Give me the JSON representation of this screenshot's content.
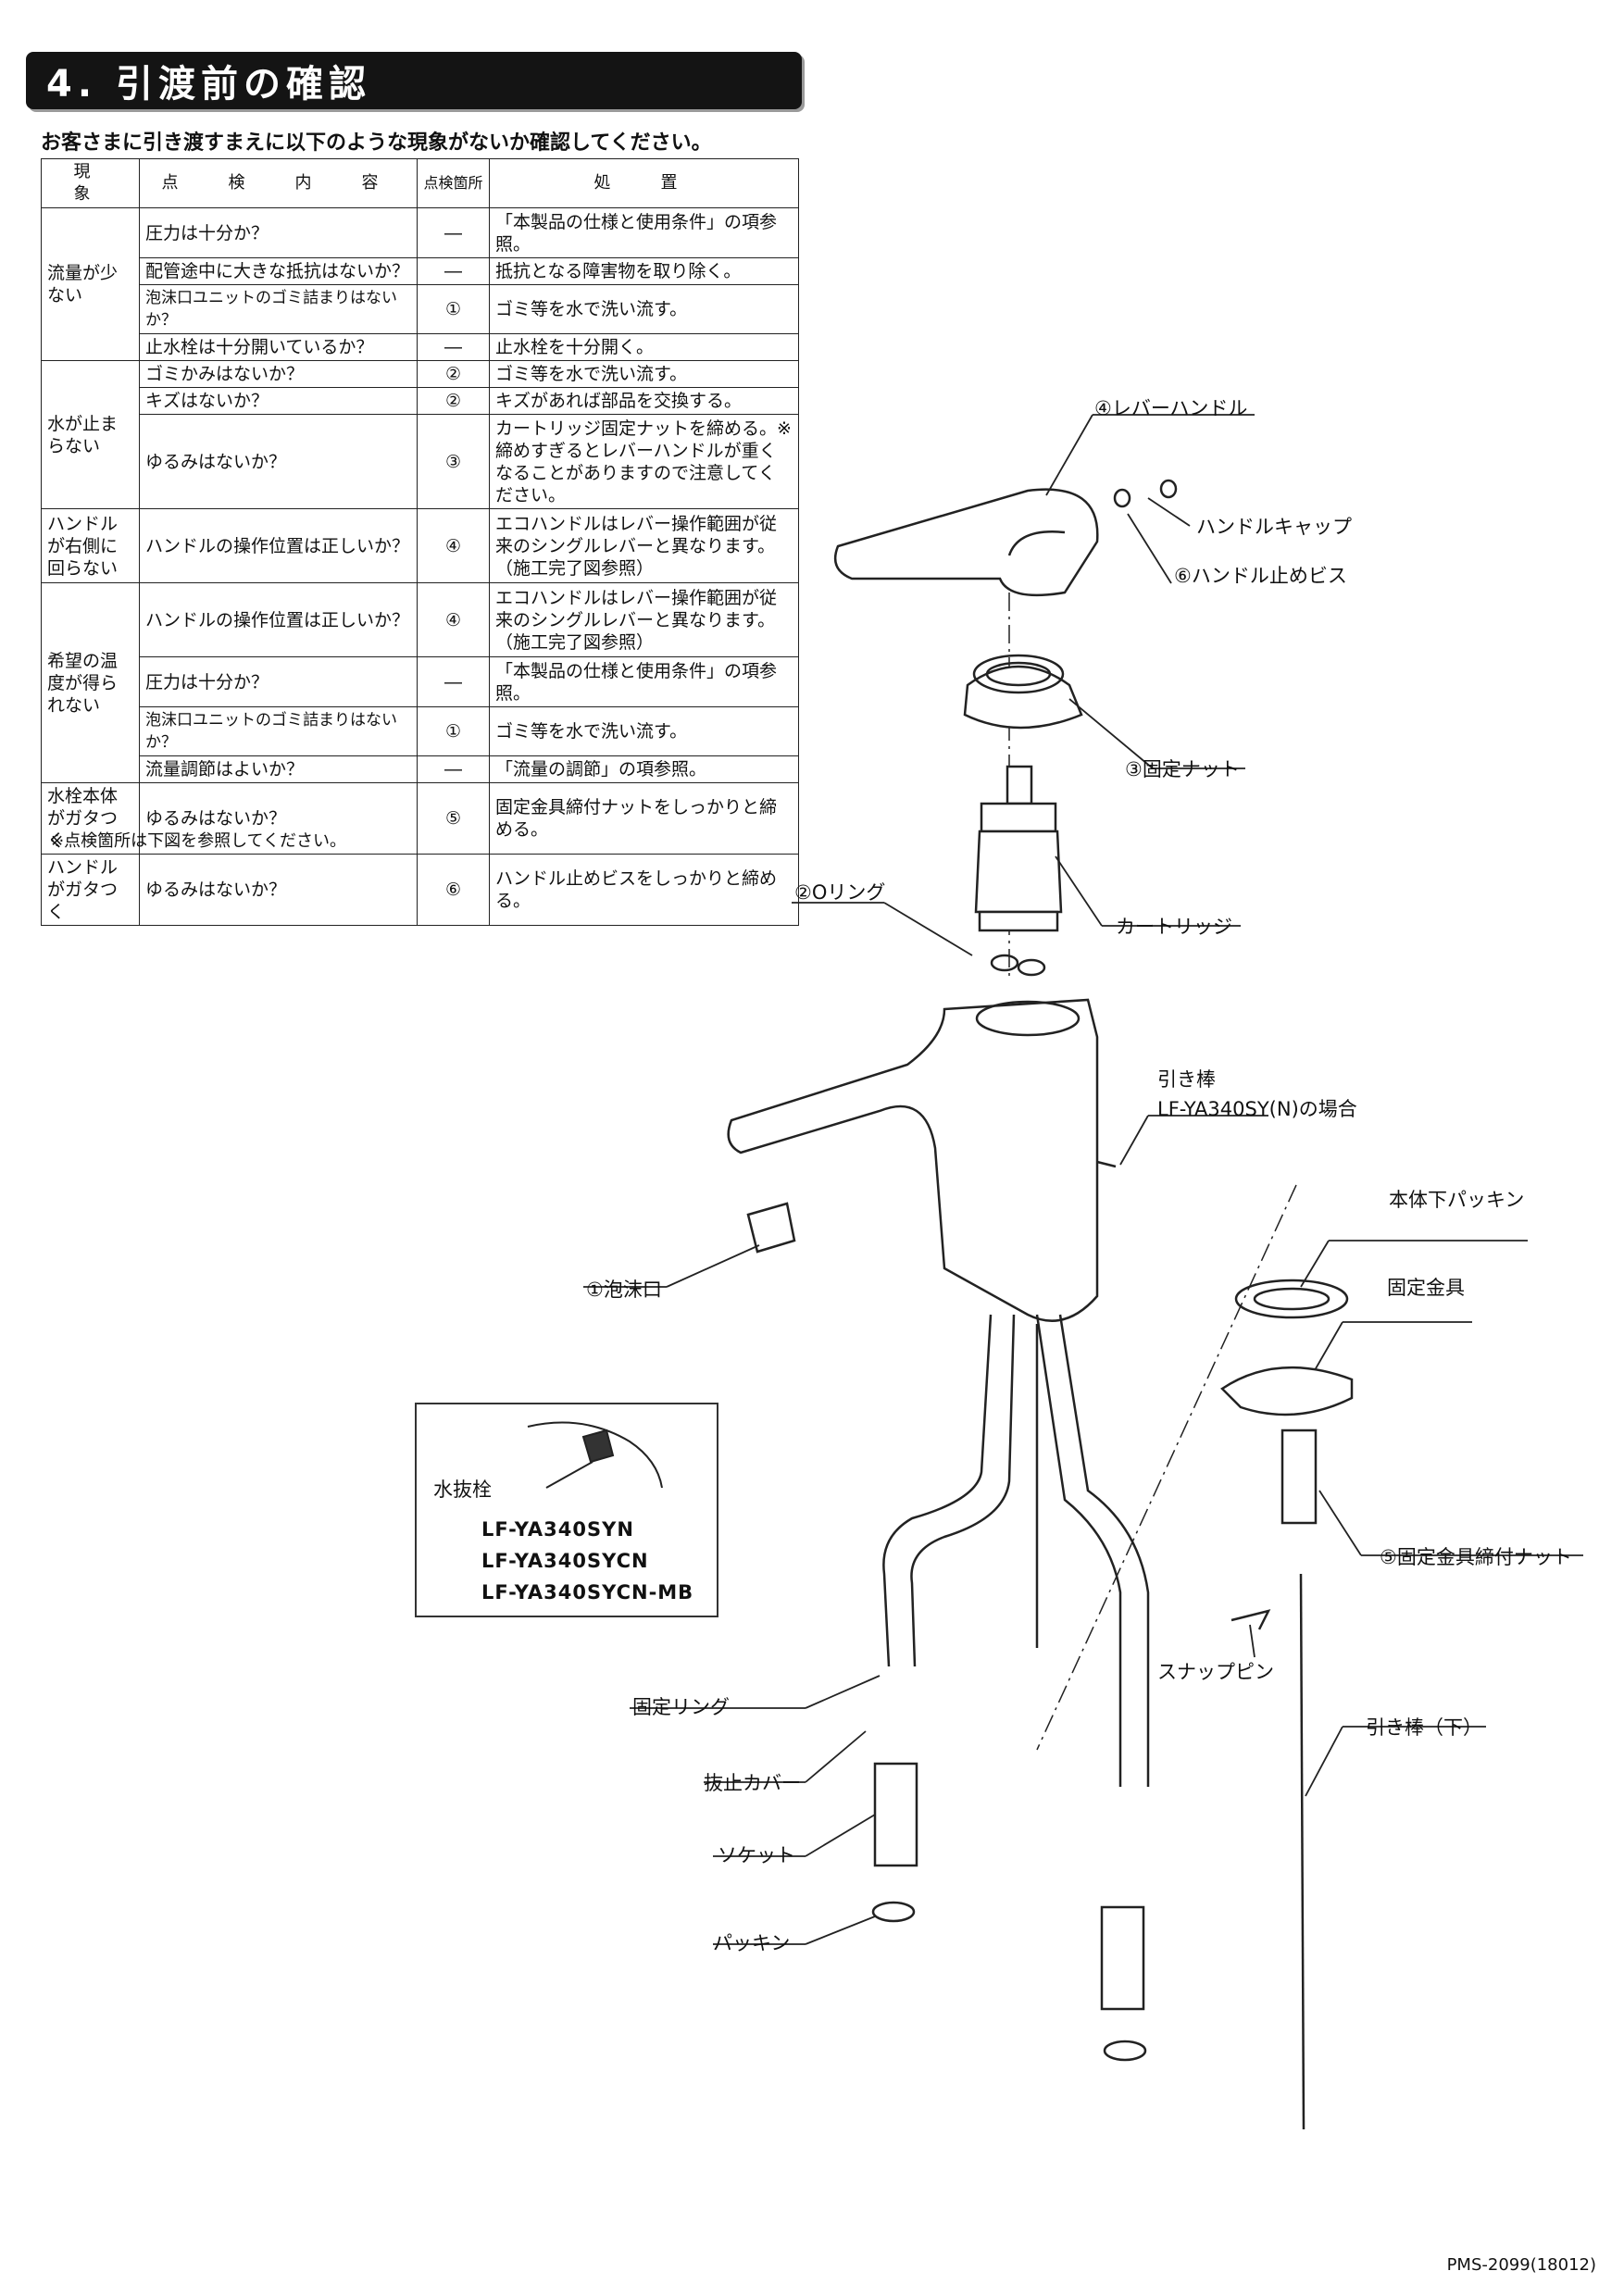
{
  "header": {
    "title": "4. 引渡前の確認"
  },
  "intro": "お客さまに引き渡すまえに以下のような現象がないか確認してください。",
  "table": {
    "headers": [
      "現　象",
      "点　検　内　容",
      "点検箇所",
      "処　置"
    ],
    "rows": [
      {
        "phenomenon": "流量が少ない",
        "check": "圧力は十分か？",
        "loc": "―",
        "action": "「本製品の仕様と使用条件」の項参照。"
      },
      {
        "check": "配管途中に大きな抵抗はないか？",
        "loc": "―",
        "action": "抵抗となる障害物を取り除く。"
      },
      {
        "check": "泡沫口ユニットのゴミ詰まりはないか？",
        "loc": "①",
        "action": "ゴミ等を水で洗い流す。"
      },
      {
        "check": "止水栓は十分開いているか？",
        "loc": "―",
        "action": "止水栓を十分開く。"
      },
      {
        "phenomenon": "水が止まらない",
        "check": "ゴミかみはないか？",
        "loc": "②",
        "action": "ゴミ等を水で洗い流す。"
      },
      {
        "check": "キズはないか？",
        "loc": "②",
        "action": "キズがあれば部品を交換する。"
      },
      {
        "check": "ゆるみはないか？",
        "loc": "③",
        "action": "カートリッジ固定ナットを締める。※締めすぎるとレバーハンドルが重くなることがありますので注意してください。"
      },
      {
        "phenomenon": "ハンドルが右側に回らない",
        "check": "ハンドルの操作位置は正しいか？",
        "loc": "④",
        "action": "エコハンドルはレバー操作範囲が従来のシングルレバーと異なります。（施工完了図参照）"
      },
      {
        "phenomenon": "希望の温度が得られない",
        "check": "ハンドルの操作位置は正しいか？",
        "loc": "④",
        "action": "エコハンドルはレバー操作範囲が従来のシングルレバーと異なります。（施工完了図参照）"
      },
      {
        "check": "圧力は十分か？",
        "loc": "―",
        "action": "「本製品の仕様と使用条件」の項参照。"
      },
      {
        "check": "泡沫口ユニットのゴミ詰まりはないか？",
        "loc": "①",
        "action": "ゴミ等を水で洗い流す。"
      },
      {
        "check": "流量調節はよいか？",
        "loc": "―",
        "action": "「流量の調節」の項参照。"
      },
      {
        "phenomenon": "水栓本体がガタつく",
        "check": "ゆるみはないか？",
        "loc": "⑤",
        "action": "固定金具締付ナットをしっかりと締める。"
      },
      {
        "phenomenon": "ハンドルがガタつく",
        "check": "ゆるみはないか？",
        "loc": "⑥",
        "action": "ハンドル止めビスをしっかりと締める。"
      }
    ],
    "note": "※点検箇所は下図を参照してください。"
  },
  "diagram": {
    "labels": {
      "lever_handle": "④レバーハンドル",
      "handle_cap": "ハンドルキャップ",
      "handle_screw": "⑥ハンドル止めビス",
      "fixing_nut": "③固定ナット",
      "cartridge": "カートリッジ",
      "o_ring": "②Oリング",
      "pull_rod": "引き棒",
      "pull_rod_case": "LF-YA340SY(N)の場合",
      "aerator": "①泡沫口",
      "body_packing": "本体下パッキン",
      "fixing_bracket": "固定金具",
      "bracket_nut": "⑤固定金具締付ナット",
      "snap_pin": "スナップピン",
      "pull_rod_lower": "引き棒（下）",
      "fixing_ring": "固定リング",
      "cover": "抜止カバー",
      "socket": "ソケット",
      "packing": "パッキン"
    },
    "inset": {
      "drain_plug": "水抜栓",
      "models": [
        "LF-YA340SYN",
        "LF-YA340SYCN",
        "LF-YA340SYCN-MB"
      ]
    }
  },
  "footer": {
    "code": "PMS-2099(18012)"
  }
}
